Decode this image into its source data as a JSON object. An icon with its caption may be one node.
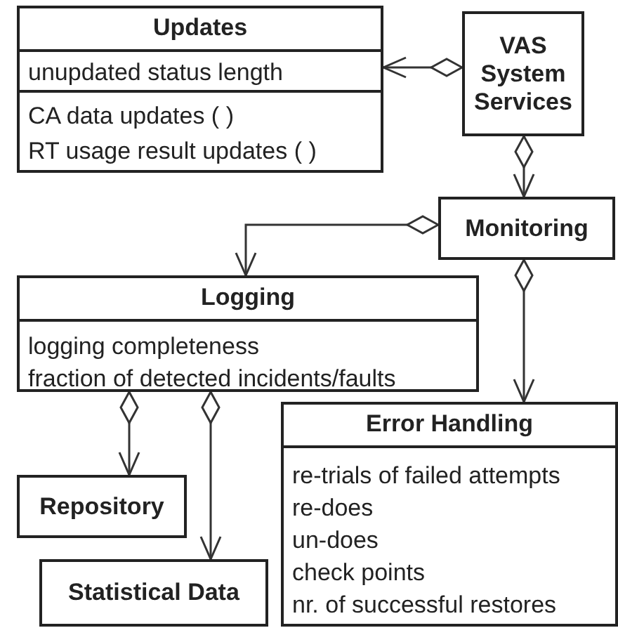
{
  "diagram": {
    "nodes": [
      {
        "text": [
          "Updates",
          "unupdated status length",
          "CA data updates ( )",
          "RT usage result updates ( )"
        ]
      },
      {
        "text": [
          "VAS System Services"
        ]
      },
      {
        "text": [
          "Monitoring"
        ]
      },
      {
        "text": [
          "Logging",
          "logging completeness",
          "fraction of detected incidents/faults"
        ]
      },
      {
        "text": [
          "Error Handling",
          "re-trials of failed attempts",
          "re-does",
          "un-does",
          "check points",
          "nr. of successful restores"
        ]
      },
      {
        "text": [
          "Repository"
        ]
      },
      {
        "text": [
          "Statistical Data"
        ]
      }
    ],
    "edges": [
      {
        "from": 1,
        "to": 0,
        "arrow": "to"
      },
      {
        "from": 1,
        "to": 2,
        "arrow": "to"
      },
      {
        "from": 2,
        "to": 3,
        "arrow": "to"
      },
      {
        "from": 2,
        "to": 4,
        "arrow": "to"
      },
      {
        "from": 3,
        "to": 5,
        "arrow": "to"
      },
      {
        "from": 3,
        "to": 6,
        "arrow": "to"
      }
    ]
  }
}
